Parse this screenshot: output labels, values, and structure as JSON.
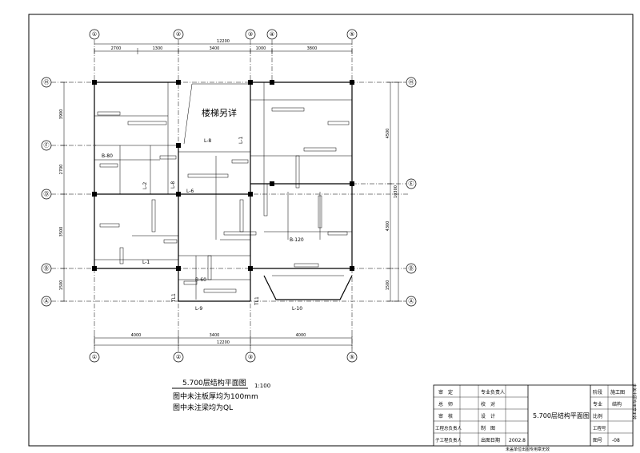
{
  "drawing": {
    "stair_note": "楼梯另详",
    "title": "5.700层结构平面图",
    "scale": "1:100",
    "notes": [
      "图中未注板厚均为100mm",
      "图中未注梁均为QL"
    ],
    "bottom_caption": "未盖单位出图专用章无效",
    "side_note": "未盖出图专用章无效",
    "axes_top": [
      "①",
      "②",
      "③",
      "④",
      "⑤"
    ],
    "axes_bottom": [
      "①",
      "②",
      "③",
      "⑤"
    ],
    "axes_left": [
      "Ⓗ",
      "Ⓕ",
      "Ⓓ",
      "Ⓑ",
      "Ⓐ"
    ],
    "axes_right": [
      "Ⓗ",
      "Ⓔ",
      "Ⓑ",
      "Ⓐ"
    ],
    "dims_top": [
      "2700",
      "1300",
      "3400",
      "1000",
      "3800"
    ],
    "dim_top_total": "12200",
    "dims_bottom": [
      "4000",
      "3400",
      "4000"
    ],
    "dim_bottom_total": "12200",
    "dims_left": [
      "3900",
      "2700",
      "3500",
      "1500"
    ],
    "dims_right": [
      "4500",
      "4300",
      "1500"
    ],
    "dim_right_total": "10300",
    "beam_labels": [
      "L-8",
      "L-1",
      "L-2",
      "L-6",
      "L-1",
      "L-8",
      "L-9",
      "L-10",
      "TL1",
      "TL1"
    ],
    "slab_labels": [
      "B-120",
      "B-60",
      "B-80"
    ]
  },
  "title_block": {
    "rows": [
      [
        "审　定",
        "",
        "专业负责人",
        ""
      ],
      [
        "总　师",
        "",
        "校　对",
        ""
      ],
      [
        "审　核",
        "",
        "设　计",
        ""
      ],
      [
        "工程总负责人",
        "",
        "制　图",
        ""
      ],
      [
        "子工程负责人",
        "",
        "出图日期",
        "2002.8"
      ]
    ],
    "drawing_name": "5.700层结构平面图",
    "stage_label": "阶段",
    "stage_value": "施工图",
    "discipline_label": "专业",
    "discipline_value": "结构",
    "ratio_label": "比例",
    "project_no_label": "工程号",
    "sheet_no_label": "图号",
    "sheet_no_value": "-08"
  }
}
